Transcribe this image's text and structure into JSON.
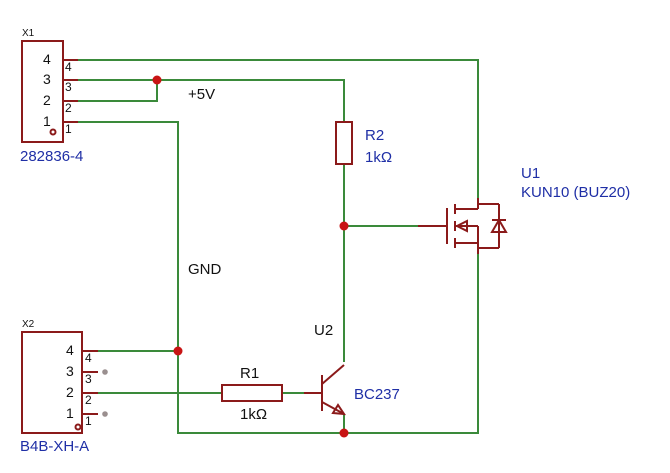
{
  "connector_x1": {
    "ref": "X1",
    "part": "282836-4",
    "pin_numbers_inside": [
      "4",
      "3",
      "2",
      "1"
    ],
    "pin_numbers_outside": [
      "4",
      "3",
      "2",
      "1"
    ]
  },
  "connector_x2": {
    "ref": "X2",
    "part": "B4B-XH-A",
    "pin_numbers_inside": [
      "4",
      "3",
      "2",
      "1"
    ],
    "pin_numbers_outside": [
      "4",
      "3",
      "2",
      "1"
    ]
  },
  "net_labels": {
    "vcc": "+5V",
    "gnd": "GND"
  },
  "r2": {
    "ref": "R2",
    "value": "1kΩ"
  },
  "r1": {
    "ref": "R1",
    "value": "1kΩ"
  },
  "u1": {
    "ref": "U1",
    "part": "KUN10 (BUZ20)"
  },
  "u2": {
    "ref": "U2",
    "part": "BC237"
  },
  "colors": {
    "wire": "#3a8a3a",
    "symbol": "#8b1a1a",
    "junction": "#c81414",
    "text_blue": "#1f2fa6"
  }
}
